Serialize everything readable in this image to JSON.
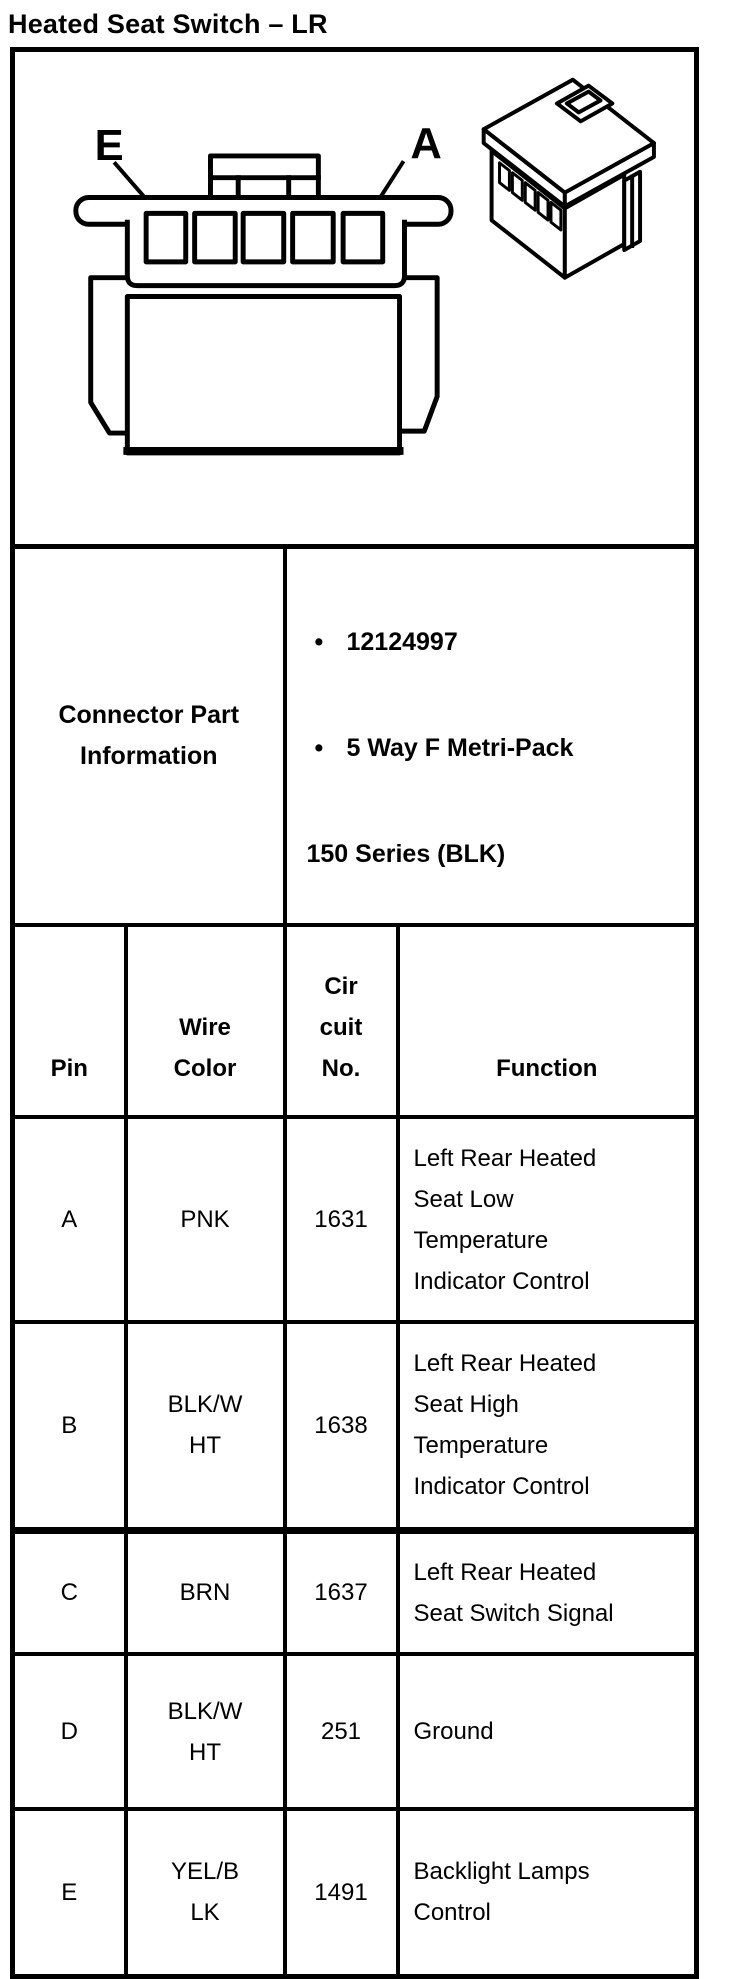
{
  "page": {
    "title": "Heated Seat Switch – LR"
  },
  "diagram": {
    "pin_label_left": "E",
    "pin_label_right": "A"
  },
  "connector_part_info": {
    "label": "Connector Part\nInformation",
    "bullet_char": "•",
    "bullets": [
      "12124997",
      "5 Way F Metri-Pack"
    ],
    "continuation": "150 Series (BLK)"
  },
  "pin_table": {
    "headers": {
      "pin": "Pin",
      "wire_color": "Wire\nColor",
      "circuit_no": "Cir\ncuit\nNo.",
      "function": "Function"
    },
    "rows": [
      {
        "pin": "A",
        "wire_color": "PNK",
        "circuit_no": "1631",
        "function": "Left Rear Heated\nSeat Low\nTemperature\nIndicator Control"
      },
      {
        "pin": "B",
        "wire_color": "BLK/W\nHT",
        "circuit_no": "1638",
        "function": "Left Rear Heated\nSeat High\nTemperature\nIndicator Control"
      },
      {
        "pin": "C",
        "wire_color": "BRN",
        "circuit_no": "1637",
        "function": "Left Rear Heated\nSeat Switch Signal"
      },
      {
        "pin": "D",
        "wire_color": "BLK/W\nHT",
        "circuit_no": "251",
        "function": "Ground"
      },
      {
        "pin": "E",
        "wire_color": "YEL/B\nLK",
        "circuit_no": "1491",
        "function": "Backlight Lamps\nControl"
      }
    ]
  },
  "colors": {
    "ink": "#000000",
    "paper": "#ffffff"
  }
}
